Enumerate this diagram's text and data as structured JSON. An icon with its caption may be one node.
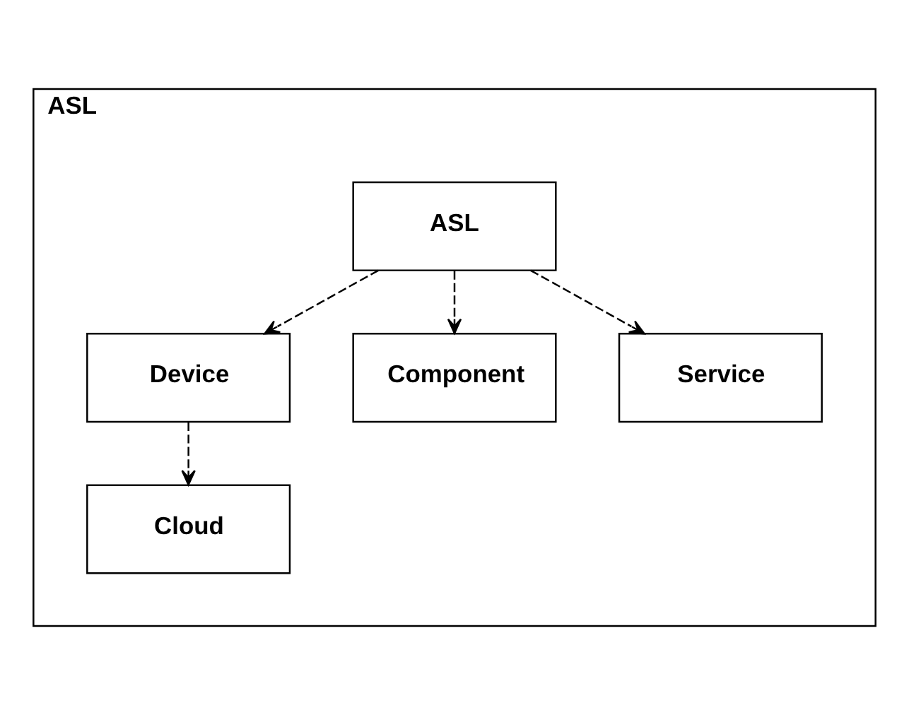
{
  "diagram": {
    "nodes": [
      {
        "text": [
          "ASL"
        ]
      },
      {
        "text": [
          "ASL"
        ],
        "in": 0
      },
      {
        "text": [
          "Device"
        ],
        "in": 0
      },
      {
        "text": [
          "Component"
        ],
        "in": 0
      },
      {
        "text": [
          "Service"
        ],
        "in": 0
      },
      {
        "text": [
          "Cloud"
        ],
        "in": 0
      }
    ],
    "edges": [
      {
        "from": 1,
        "to": 2,
        "arrow": "to",
        "style": "dashed"
      },
      {
        "from": 1,
        "to": 3,
        "arrow": "to",
        "style": "dashed"
      },
      {
        "from": 1,
        "to": 4,
        "arrow": "to",
        "style": "dashed"
      },
      {
        "from": 2,
        "to": 5,
        "arrow": "to",
        "style": "dashed"
      }
    ]
  }
}
